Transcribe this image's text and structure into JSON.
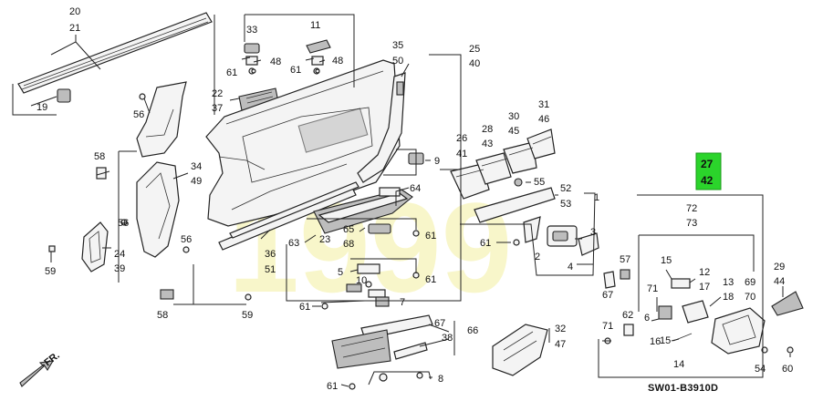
{
  "diagram": {
    "watermark": "1999",
    "code": "SW01-B3910D",
    "front_marker": "FR.",
    "highlight": {
      "top": "27",
      "bottom": "42",
      "color": "#2bd42b"
    },
    "labels": [
      {
        "id": "l20",
        "text": "20"
      },
      {
        "id": "l21",
        "text": "21"
      },
      {
        "id": "l19",
        "text": "19"
      },
      {
        "id": "l33",
        "text": "33"
      },
      {
        "id": "l48a",
        "text": "48"
      },
      {
        "id": "l61a",
        "text": "61"
      },
      {
        "id": "l11",
        "text": "11"
      },
      {
        "id": "l48b",
        "text": "48"
      },
      {
        "id": "l61b",
        "text": "61"
      },
      {
        "id": "l22",
        "text": "22"
      },
      {
        "id": "l37",
        "text": "37"
      },
      {
        "id": "l35",
        "text": "35"
      },
      {
        "id": "l50",
        "text": "50"
      },
      {
        "id": "l25",
        "text": "25"
      },
      {
        "id": "l40",
        "text": "40"
      },
      {
        "id": "l56a",
        "text": "56"
      },
      {
        "id": "l58a",
        "text": "58"
      },
      {
        "id": "l34",
        "text": "34"
      },
      {
        "id": "l49",
        "text": "49"
      },
      {
        "id": "l56b",
        "text": "56"
      },
      {
        "id": "l24",
        "text": "24"
      },
      {
        "id": "l39",
        "text": "39"
      },
      {
        "id": "l59a",
        "text": "59"
      },
      {
        "id": "l56c",
        "text": "56"
      },
      {
        "id": "l58b",
        "text": "58"
      },
      {
        "id": "l59b",
        "text": "59"
      },
      {
        "id": "l36",
        "text": "36"
      },
      {
        "id": "l51",
        "text": "51"
      },
      {
        "id": "l63",
        "text": "63"
      },
      {
        "id": "l23",
        "text": "23"
      },
      {
        "id": "l65",
        "text": "65"
      },
      {
        "id": "l68",
        "text": "68"
      },
      {
        "id": "l64",
        "text": "64"
      },
      {
        "id": "l61c",
        "text": "61"
      },
      {
        "id": "l5",
        "text": "5"
      },
      {
        "id": "l10",
        "text": "10"
      },
      {
        "id": "l61d",
        "text": "61"
      },
      {
        "id": "l7",
        "text": "7"
      },
      {
        "id": "l61e",
        "text": "61"
      },
      {
        "id": "l9",
        "text": "9"
      },
      {
        "id": "l26",
        "text": "26"
      },
      {
        "id": "l41",
        "text": "41"
      },
      {
        "id": "l28",
        "text": "28"
      },
      {
        "id": "l43",
        "text": "43"
      },
      {
        "id": "l30",
        "text": "30"
      },
      {
        "id": "l45",
        "text": "45"
      },
      {
        "id": "l31",
        "text": "31"
      },
      {
        "id": "l46",
        "text": "46"
      },
      {
        "id": "l55",
        "text": "55"
      },
      {
        "id": "l52",
        "text": "52"
      },
      {
        "id": "l53",
        "text": "53"
      },
      {
        "id": "l1",
        "text": "1"
      },
      {
        "id": "l3",
        "text": "3"
      },
      {
        "id": "l4",
        "text": "4"
      },
      {
        "id": "l2",
        "text": "2"
      },
      {
        "id": "l61f",
        "text": "61"
      },
      {
        "id": "l57",
        "text": "57"
      },
      {
        "id": "l67a",
        "text": "67"
      },
      {
        "id": "l72",
        "text": "72"
      },
      {
        "id": "l73",
        "text": "73"
      },
      {
        "id": "l15a",
        "text": "15"
      },
      {
        "id": "l12",
        "text": "12"
      },
      {
        "id": "l17",
        "text": "17"
      },
      {
        "id": "l13",
        "text": "13"
      },
      {
        "id": "l18",
        "text": "18"
      },
      {
        "id": "l69",
        "text": "69"
      },
      {
        "id": "l70",
        "text": "70"
      },
      {
        "id": "l71a",
        "text": "71"
      },
      {
        "id": "l6",
        "text": "6"
      },
      {
        "id": "l71b",
        "text": "71"
      },
      {
        "id": "l62",
        "text": "62"
      },
      {
        "id": "l15b",
        "text": "15"
      },
      {
        "id": "l16",
        "text": "16"
      },
      {
        "id": "l14",
        "text": "14"
      },
      {
        "id": "l29",
        "text": "29"
      },
      {
        "id": "l44",
        "text": "44"
      },
      {
        "id": "l54",
        "text": "54"
      },
      {
        "id": "l60",
        "text": "60"
      },
      {
        "id": "l67b",
        "text": "67"
      },
      {
        "id": "l66",
        "text": "66"
      },
      {
        "id": "l38",
        "text": "38"
      },
      {
        "id": "l32",
        "text": "32"
      },
      {
        "id": "l47",
        "text": "47"
      },
      {
        "id": "l61g",
        "text": "61"
      },
      {
        "id": "l8",
        "text": "8"
      }
    ]
  }
}
